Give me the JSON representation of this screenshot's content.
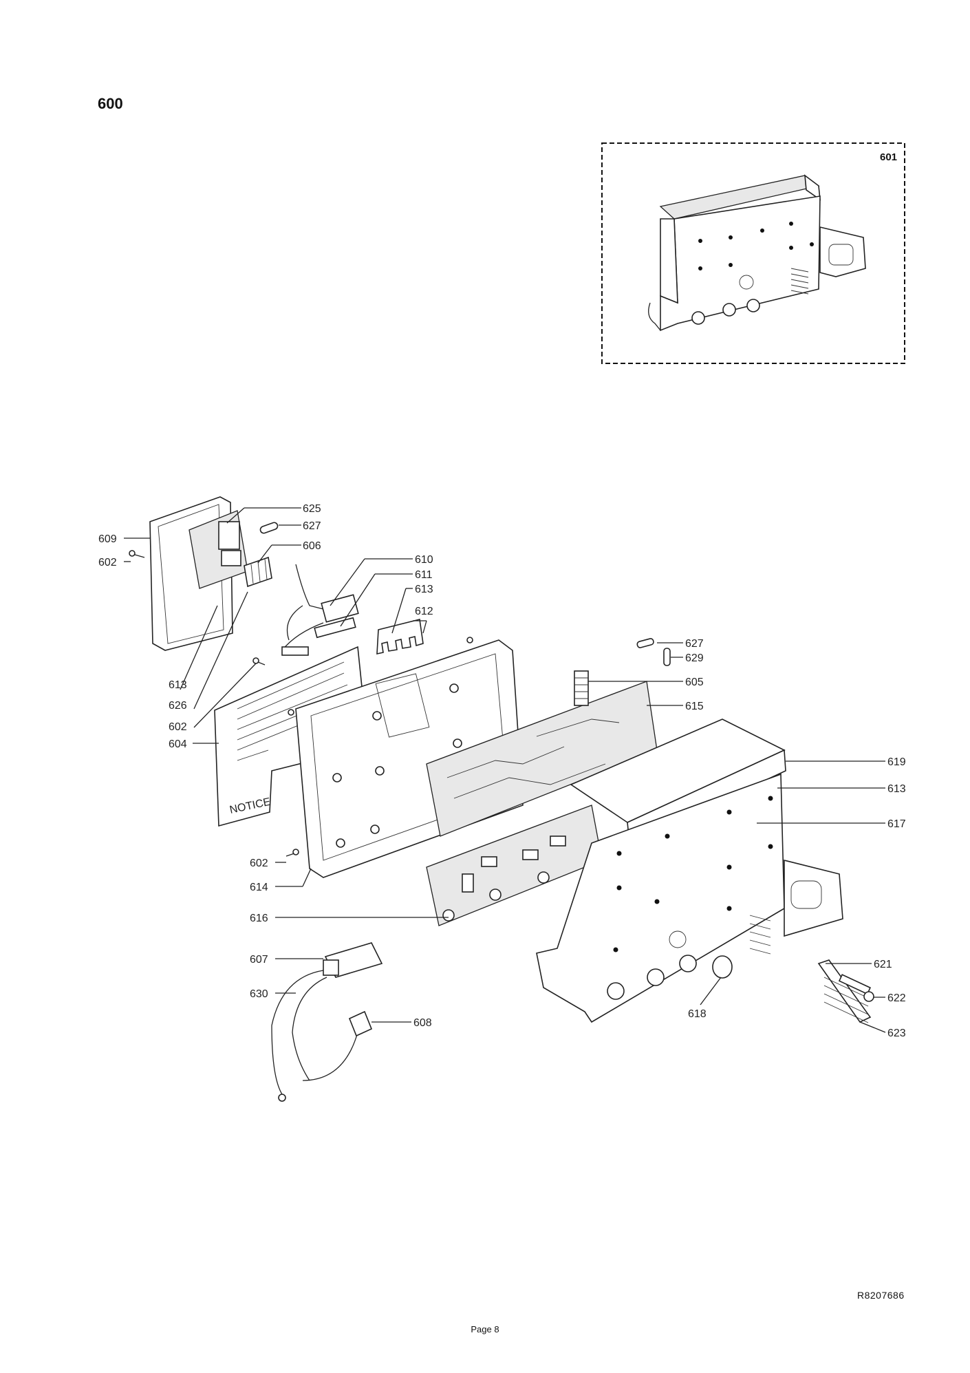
{
  "page": {
    "section_number": "600",
    "inset_label": "601",
    "drawing_ref": "R8207686",
    "page_label": "Page 8"
  },
  "inset_panel_label": "NOTICE",
  "callouts": [
    {
      "id": "c625",
      "text": "625"
    },
    {
      "id": "c627a",
      "text": "627"
    },
    {
      "id": "c606",
      "text": "606"
    },
    {
      "id": "c609",
      "text": "609"
    },
    {
      "id": "c602a",
      "text": "602"
    },
    {
      "id": "c610",
      "text": "610"
    },
    {
      "id": "c611",
      "text": "611"
    },
    {
      "id": "c613a",
      "text": "613"
    },
    {
      "id": "c612",
      "text": "612"
    },
    {
      "id": "c613b",
      "text": "613"
    },
    {
      "id": "c626",
      "text": "626"
    },
    {
      "id": "c602b",
      "text": "602"
    },
    {
      "id": "c604",
      "text": "604"
    },
    {
      "id": "c627b",
      "text": "627"
    },
    {
      "id": "c629",
      "text": "629"
    },
    {
      "id": "c605",
      "text": "605"
    },
    {
      "id": "c615",
      "text": "615"
    },
    {
      "id": "c619",
      "text": "619"
    },
    {
      "id": "c613c",
      "text": "613"
    },
    {
      "id": "c617",
      "text": "617"
    },
    {
      "id": "c602c",
      "text": "602"
    },
    {
      "id": "c614",
      "text": "614"
    },
    {
      "id": "c616",
      "text": "616"
    },
    {
      "id": "c607",
      "text": "607"
    },
    {
      "id": "c630",
      "text": "630"
    },
    {
      "id": "c608",
      "text": "608"
    },
    {
      "id": "c618",
      "text": "618"
    },
    {
      "id": "c621",
      "text": "621"
    },
    {
      "id": "c622",
      "text": "622"
    },
    {
      "id": "c623",
      "text": "623"
    }
  ]
}
